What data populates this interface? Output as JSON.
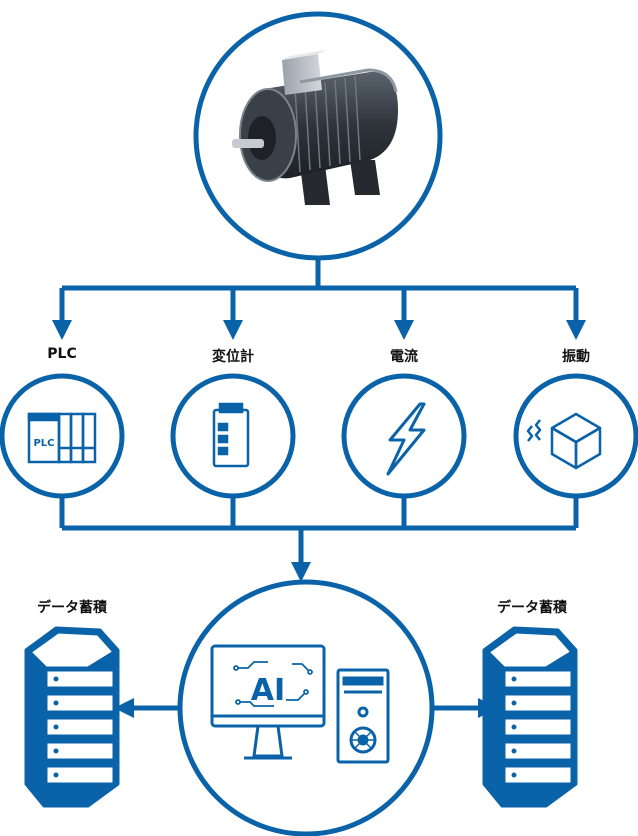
{
  "colors": {
    "accent": "#0a63a8",
    "motor_dark": "#2c3137",
    "motor_mid": "#4a525b",
    "motor_light": "#b9bfc5"
  },
  "sensors": [
    {
      "label": "PLC",
      "icon": "plc-icon"
    },
    {
      "label": "変位計",
      "icon": "displacement-sensor-icon"
    },
    {
      "label": "電流",
      "icon": "lightning-icon"
    },
    {
      "label": "振動",
      "icon": "vibration-cube-icon"
    }
  ],
  "storage": {
    "left_label": "データ蓄積",
    "right_label": "データ蓄積",
    "icon": "server-rack-icon"
  },
  "center": {
    "screen_text": "AI",
    "icons": [
      "ai-monitor-icon",
      "pc-tower-icon"
    ]
  },
  "top": {
    "icon": "electric-motor-icon"
  }
}
